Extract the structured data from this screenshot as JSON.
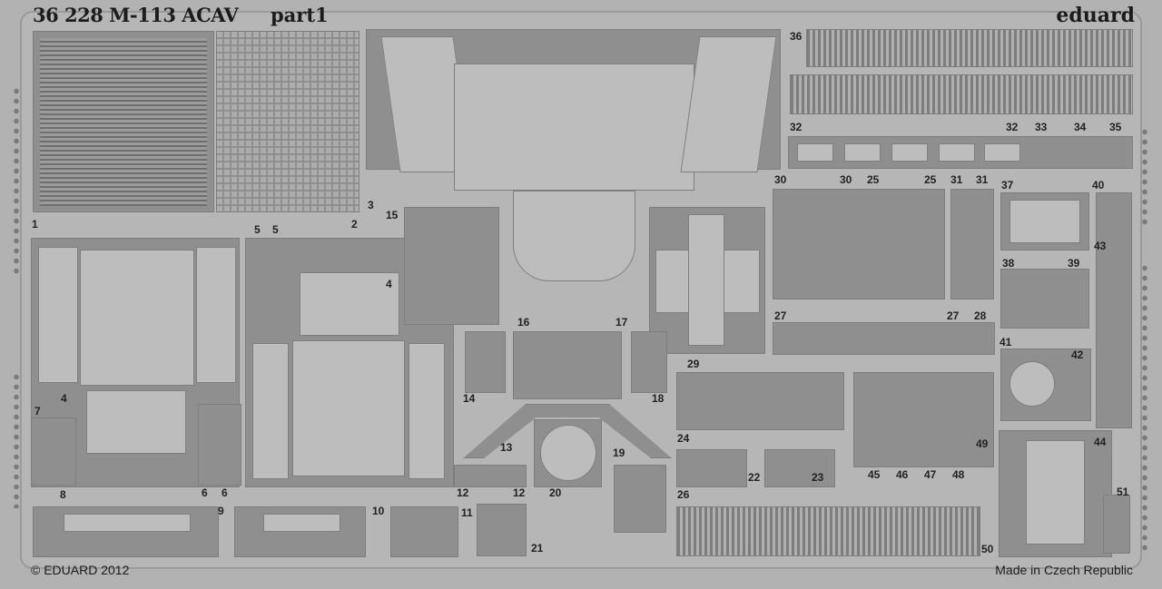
{
  "title": "36 228 M-113 ACAV",
  "subtitle": "part1",
  "brand": "eduard",
  "copyright": "© EDUARD 2012",
  "origin": "Made in Czech Republic",
  "labels": [
    "36",
    "32",
    "32",
    "33",
    "34",
    "35",
    "30",
    "30",
    "25",
    "25",
    "31",
    "31",
    "37",
    "40",
    "43",
    "38",
    "39",
    "27",
    "27",
    "28",
    "41",
    "42",
    "29",
    "3",
    "15",
    "16",
    "17",
    "1",
    "2",
    "5",
    "5",
    "4",
    "4",
    "14",
    "18",
    "7",
    "8",
    "6",
    "6",
    "13",
    "24",
    "19",
    "12",
    "12",
    "20",
    "22",
    "23",
    "26",
    "45",
    "46",
    "47",
    "48",
    "49",
    "44",
    "51",
    "9",
    "10",
    "11",
    "21",
    "50"
  ]
}
